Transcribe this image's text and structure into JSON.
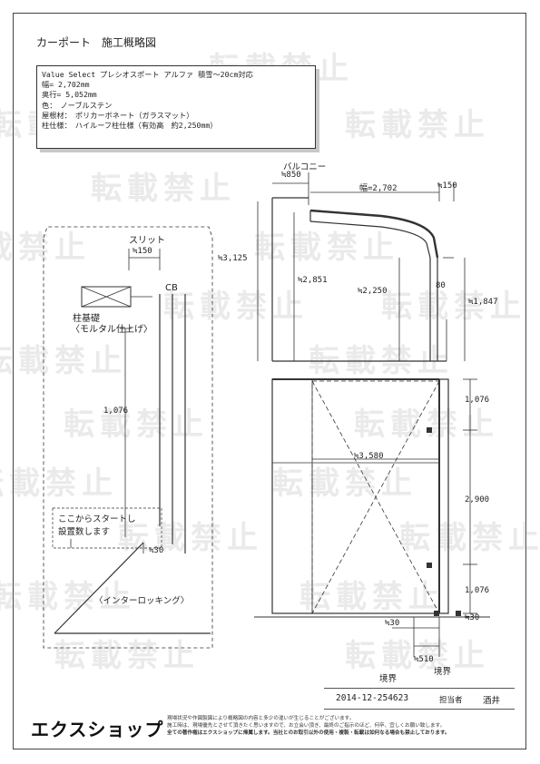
{
  "title": "カーポート　施工概略図",
  "spec": {
    "product": "Value Select プレシオスポート アルファ 積雪～20cm対応",
    "width": "幅= 2,702mm",
    "depth": "奥行= 5,052mm",
    "color": "色：　ノーブルステン",
    "roof": "屋根材：　ポリカーボネート（ガラスマット）",
    "pillar": "柱仕様：　ハイルーフ柱仕様（有効高　約2,250mm）"
  },
  "left_plan": {
    "slit_label": "スリット",
    "slit_dim": "≒150",
    "cb_label": "CB",
    "foundation_label": "柱基礎",
    "finish_label": "〈モルタル仕上げ〉",
    "height_dim": "1,076",
    "note_line1": "ここからスタートし",
    "note_line2": "設置数します",
    "dim_30": "≒30",
    "paving_label": "〈インターロッキング〉"
  },
  "side_view": {
    "balcony_label": "バルコニー",
    "balcony_dim": "≒850",
    "width_dim": "幅=2,702",
    "dim_150": "≒150",
    "dim_3125": "≒3,125",
    "dim_2851": "≒2,851",
    "dim_2250": "≒2,250",
    "dim_80": "80",
    "dim_1847": "≒1,847"
  },
  "plan_view": {
    "dim_1076_top": "1,076",
    "dim_3580": "≒3,580",
    "dim_2900": "2,900",
    "dim_1076_bottom": "1,076",
    "dim_30_left": "≒30",
    "dim_30_right": "≒30",
    "dim_510": "≒510",
    "boundary_left": "境界",
    "boundary_right": "境界"
  },
  "watermark": "転載禁止",
  "footer": {
    "doc_number": "2014-12-254623",
    "person_label": "担当者",
    "person_name": "酒井",
    "logo": "エクスショップ",
    "note1": "現場状況や作図製図により概略図の内容と多少の違いが生じることがございます。",
    "note2": "施工時は、現場優先とさせて頂きたく思いますので、お立会い頂き、最終のご指示のほど、何卒、宜しくお願い致します。",
    "note3": "全ての著作権はエクスショップに帰属します。当社とのお取引以外の使用・複製・転載は如何なる場合も禁止しております。"
  }
}
